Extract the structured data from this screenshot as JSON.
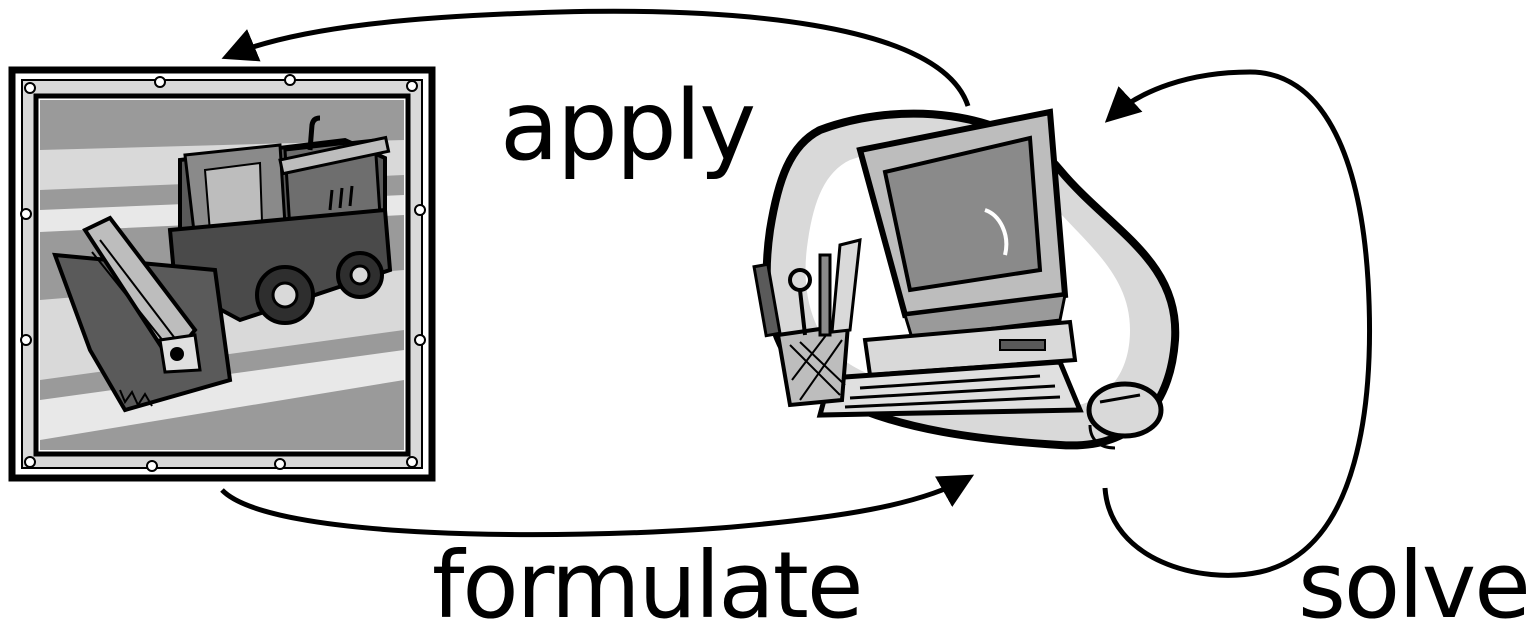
{
  "labels": {
    "apply": "apply",
    "formulate": "formulate",
    "solve": "solve"
  },
  "nodes": {
    "real_world": {
      "icon": "combine-harvester-icon"
    },
    "computer": {
      "icon": "computer-icon"
    }
  },
  "edges": [
    {
      "from": "computer",
      "to": "real_world",
      "label_key": "apply"
    },
    {
      "from": "real_world",
      "to": "computer",
      "label_key": "formulate"
    },
    {
      "from": "computer",
      "to": "computer",
      "label_key": "solve"
    }
  ],
  "colors": {
    "line": "#000000",
    "light_gray": "#d9d9d9",
    "mid_gray": "#9a9a9a",
    "dark_gray": "#5a5a5a"
  }
}
